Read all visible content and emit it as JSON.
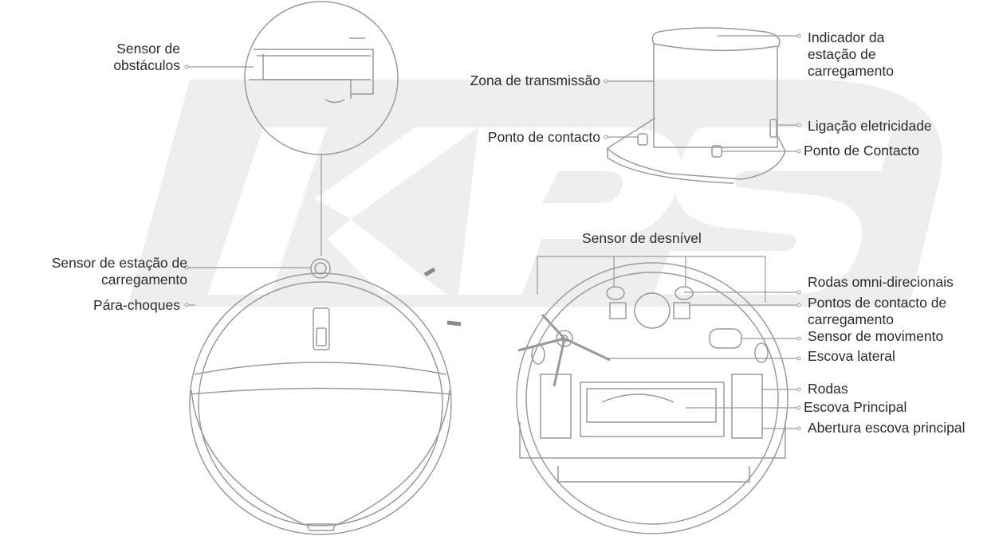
{
  "watermark": {
    "text": "KPS",
    "color": "#ebebeb"
  },
  "robot_top": {
    "obstacle_sensor": [
      "Sensor de",
      "obstáculos"
    ],
    "dock_sensor": [
      "Sensor de estação de",
      "carregamento"
    ],
    "bumper": "Pára-choques"
  },
  "dock": {
    "indicator": [
      "Indicador da",
      "estação  de",
      "carregamento"
    ],
    "transmission_zone": "Zona de transmissão",
    "contact_point_left": "Ponto de  contacto",
    "power_connection": "Ligação eletricidade",
    "contact_point_right": "Ponto de Contacto"
  },
  "robot_bottom": {
    "cliff_sensor": "Sensor de desnível",
    "omni_wheels": "Rodas omni-direcionais",
    "charge_contacts": [
      "Pontos de contacto de",
      "carregamento"
    ],
    "motion_sensor": "Sensor de movimento",
    "side_brush": "Escova lateral",
    "wheels": "Rodas",
    "main_brush": "Escova Principal",
    "main_brush_opening": "Abertura escova principal"
  }
}
